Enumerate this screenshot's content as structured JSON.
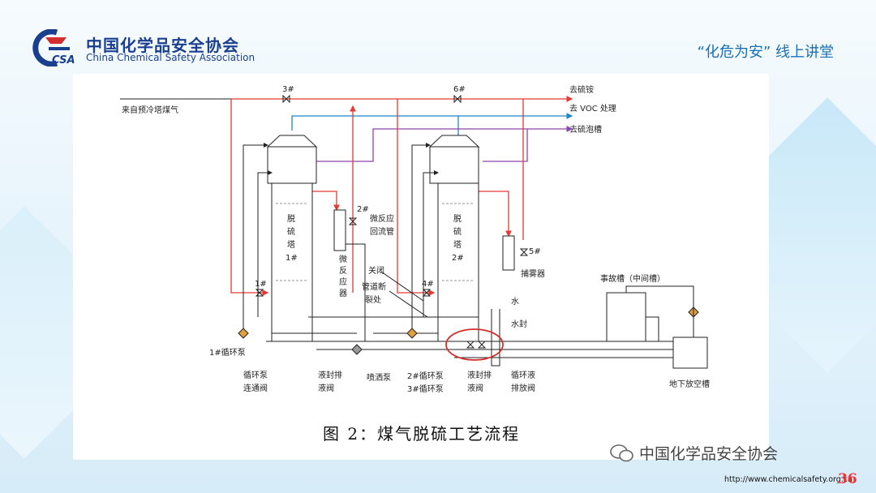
{
  "header": {
    "org_name_cn": "中国化学品安全协会",
    "org_name_en": "China Chemical Safety Association",
    "logo_text": "CSA",
    "lecture_title": "“化危为安” 线上讲堂"
  },
  "diagram": {
    "inlet": "来自预冷塔煤气",
    "outlets": [
      "去硫铵",
      "去 VOC 处理",
      "去硫泡槽"
    ],
    "tower1": [
      "脱",
      "硫",
      "塔",
      "1#"
    ],
    "tower2": [
      "脱",
      "硫",
      "塔",
      "2#"
    ],
    "micro_reactor": [
      "微",
      "反",
      "应",
      "器"
    ],
    "labels": {
      "valve3": "3#",
      "valve6": "6#",
      "valve2": "2#",
      "valve5": "5#",
      "valve1": "1#",
      "valve4": "4#",
      "micro_reflux_1": "微反应",
      "micro_reflux_2": "回流管",
      "closed": "关闭",
      "pipe_break_1": "管道断",
      "pipe_break_2": "裂处",
      "mist_catcher": "捕雾器",
      "water": "水",
      "water_seal": "水封",
      "accident_tank": "事故槽（中间槽）",
      "underground_tank": "地下放空槽",
      "pump1": "1#循环泵",
      "link_valve_1": "循环泵",
      "link_valve_2": "连通阀",
      "seal_drain_1": "液封排",
      "seal_drain_2": "液阀",
      "spray_pump": "喷洒泵",
      "pump2": "2#循环泵",
      "pump3": "3#循环泵",
      "seal_drain2_1": "液封排",
      "seal_drain2_2": "液阀",
      "circ_drain_1": "循环液",
      "circ_drain_2": "排放阀"
    },
    "caption": "图 2：煤气脱硫工艺流程",
    "colors": {
      "gas_line": "#e53935",
      "voc_line": "#1e88c8",
      "foam_line": "#8e44ad",
      "highlight": "#d32f2f"
    }
  },
  "footer": {
    "wechat_name": "中国化学品安全协会",
    "url": "http://www.chemicalsafety.org.cn",
    "page_number": "36"
  }
}
